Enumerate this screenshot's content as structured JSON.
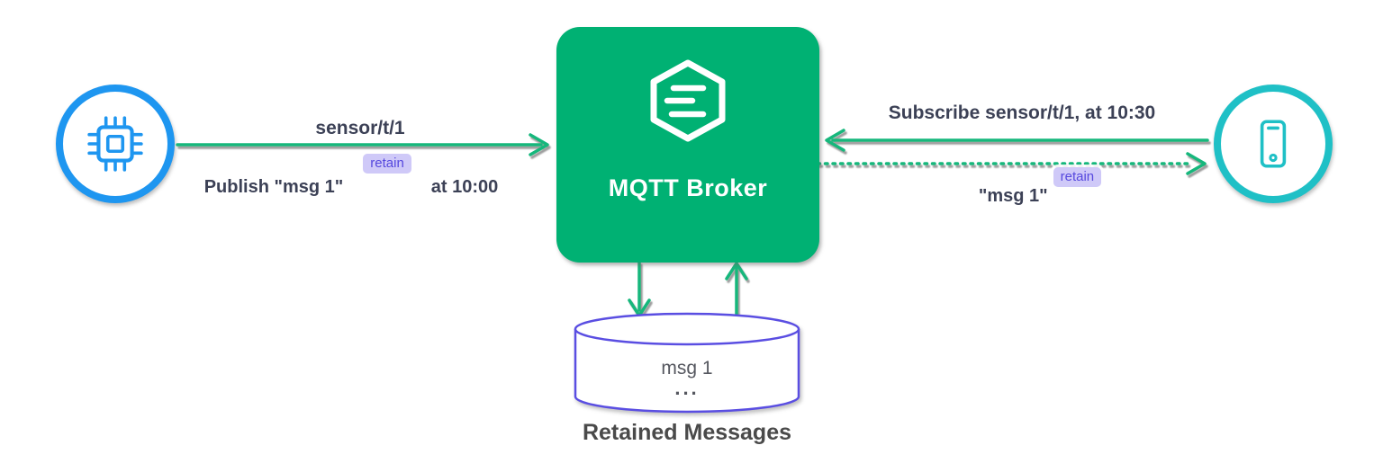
{
  "broker": {
    "label": "MQTT Broker"
  },
  "publish_flow": {
    "topic": "sensor/t/1",
    "action": "Publish \"msg 1\"",
    "retain_badge": "retain",
    "time": "at 10:00"
  },
  "subscribe_flow": {
    "action": "Subscribe sensor/t/1, at 10:30",
    "delivered_message": "\"msg 1\"",
    "retain_badge": "retain"
  },
  "retained_store": {
    "entries": [
      "msg 1",
      "..."
    ],
    "caption": "Retained Messages"
  },
  "icons": {
    "publisher": "chip-icon",
    "subscriber": "smartphone-icon",
    "broker": "hexagon-message-logo",
    "store": "database-cylinder"
  },
  "colors": {
    "broker_green": "#00B173",
    "arrow_green": "#12B77C",
    "publisher_blue": "#1E96F0",
    "subscriber_teal": "#1FC0C6",
    "store_purple": "#5A4EE2",
    "badge_bg": "#CFC9F8",
    "badge_text": "#5648DE",
    "label_dark": "#3C4156"
  }
}
